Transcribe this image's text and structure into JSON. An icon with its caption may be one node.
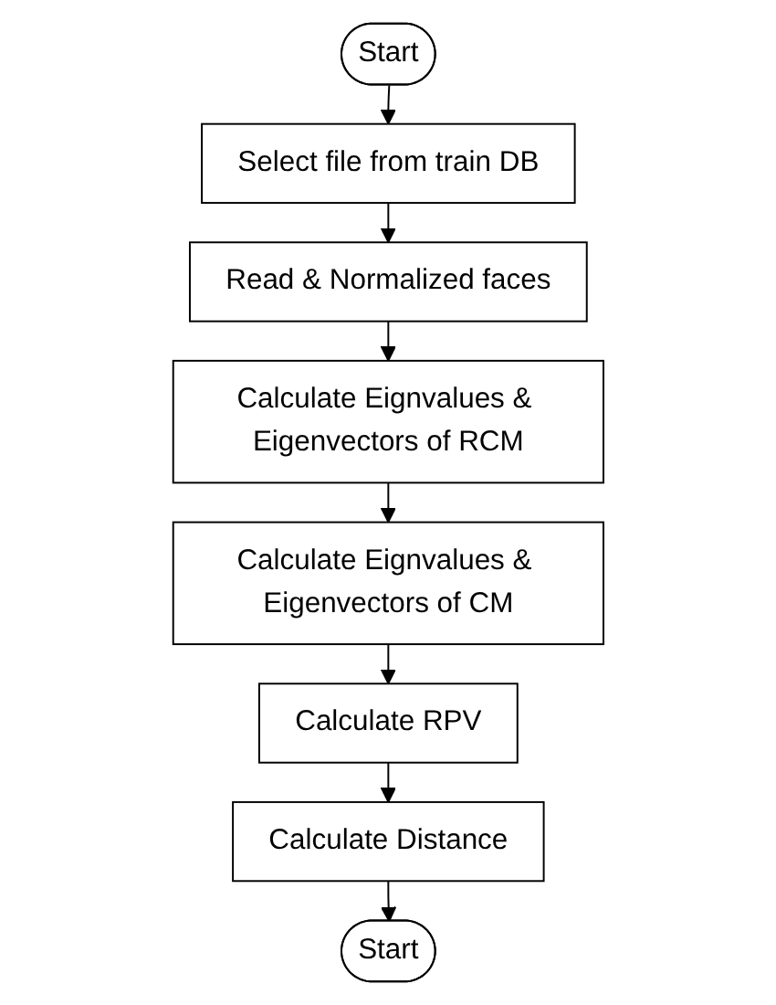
{
  "diagram": {
    "nodes": [
      {
        "text": [
          "Start"
        ]
      },
      {
        "text": [
          "Select file from train DB"
        ]
      },
      {
        "text": [
          "Read & Normalized faces"
        ]
      },
      {
        "text": [
          "Calculate Eignvalues & Eigenvectors of RCM"
        ]
      },
      {
        "text": [
          "Calculate Eignvalues & Eigenvectors of CM"
        ]
      },
      {
        "text": [
          "Calculate RPV"
        ]
      },
      {
        "text": [
          "Calculate Distance"
        ]
      },
      {
        "text": [
          "Start"
        ]
      }
    ],
    "edges": [
      {
        "from": 0,
        "to": 1,
        "arrow": "to"
      },
      {
        "from": 1,
        "to": 2,
        "arrow": "to"
      },
      {
        "from": 2,
        "to": 3,
        "arrow": "to"
      },
      {
        "from": 3,
        "to": 4,
        "arrow": "to"
      },
      {
        "from": 4,
        "to": 5,
        "arrow": "to"
      },
      {
        "from": 5,
        "to": 6,
        "arrow": "to"
      },
      {
        "from": 6,
        "to": 7,
        "arrow": "to"
      }
    ]
  }
}
